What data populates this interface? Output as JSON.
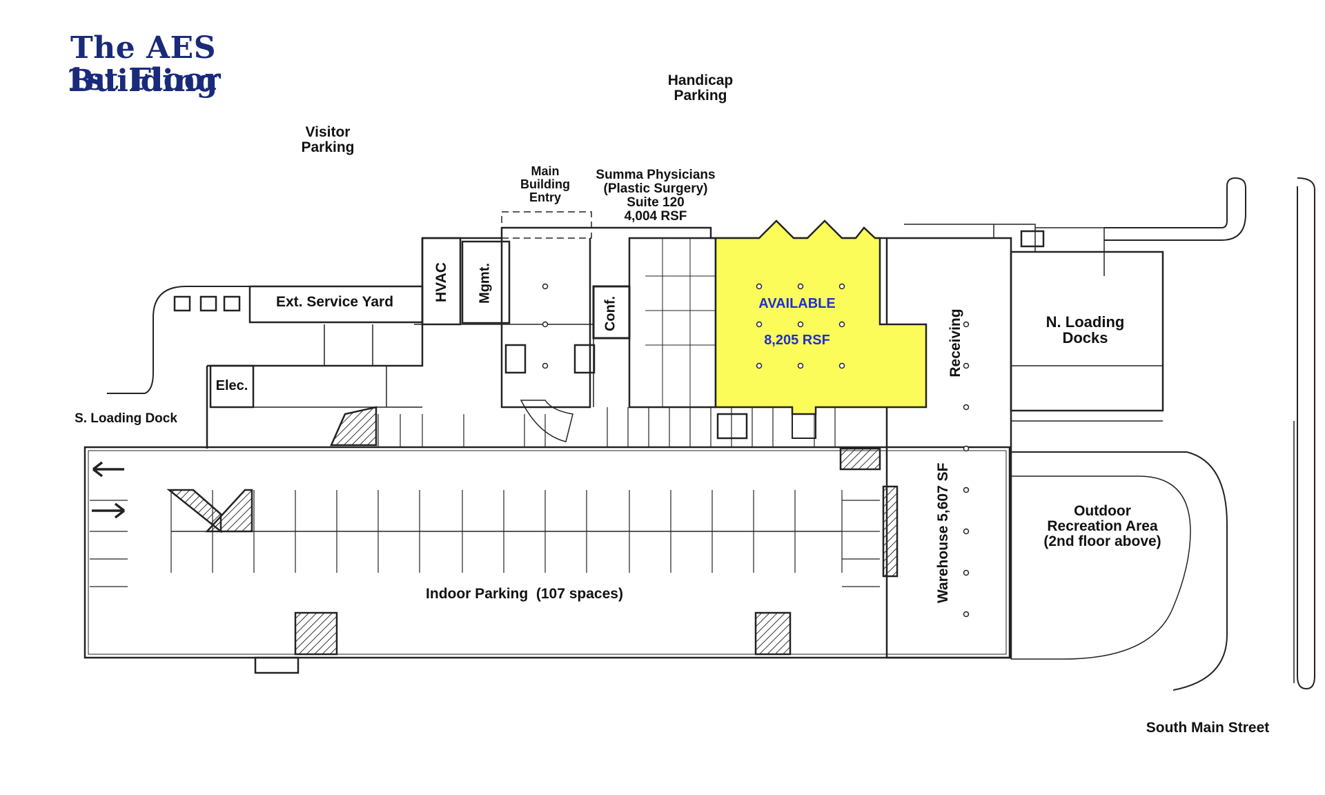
{
  "title": {
    "line1": "The AES Building",
    "line2": "1st Floor"
  },
  "labels": {
    "handicap_parking": "Handicap\nParking",
    "visitor_parking": "Visitor\nParking",
    "main_entry": "Main\nBuilding\nEntry",
    "summa": "Summa Physicians\n(Plastic Surgery)\nSuite 120\n4,004 RSF",
    "ext_service_yard": "Ext. Service Yard",
    "hvac": "HVAC",
    "mgmt": "Mgmt.",
    "conf": "Conf.",
    "available": "AVAILABLE",
    "available_area": "8,205 RSF",
    "receiving": "Receiving",
    "n_loading_docks": "N. Loading\nDocks",
    "elec": "Elec.",
    "s_loading_dock": "S. Loading Dock",
    "outdoor_recreation": "Outdoor\nRecreation Area\n(2nd floor above)",
    "warehouse": "Warehouse\n5,607 SF",
    "indoor_parking": "Indoor Parking  (107 spaces)",
    "south_main_street": "South Main Street"
  },
  "colors": {
    "title": "#1a2a7a",
    "available_fill": "#fbfb5a",
    "available_text": "#1d2fd0",
    "lines": "#222222"
  }
}
